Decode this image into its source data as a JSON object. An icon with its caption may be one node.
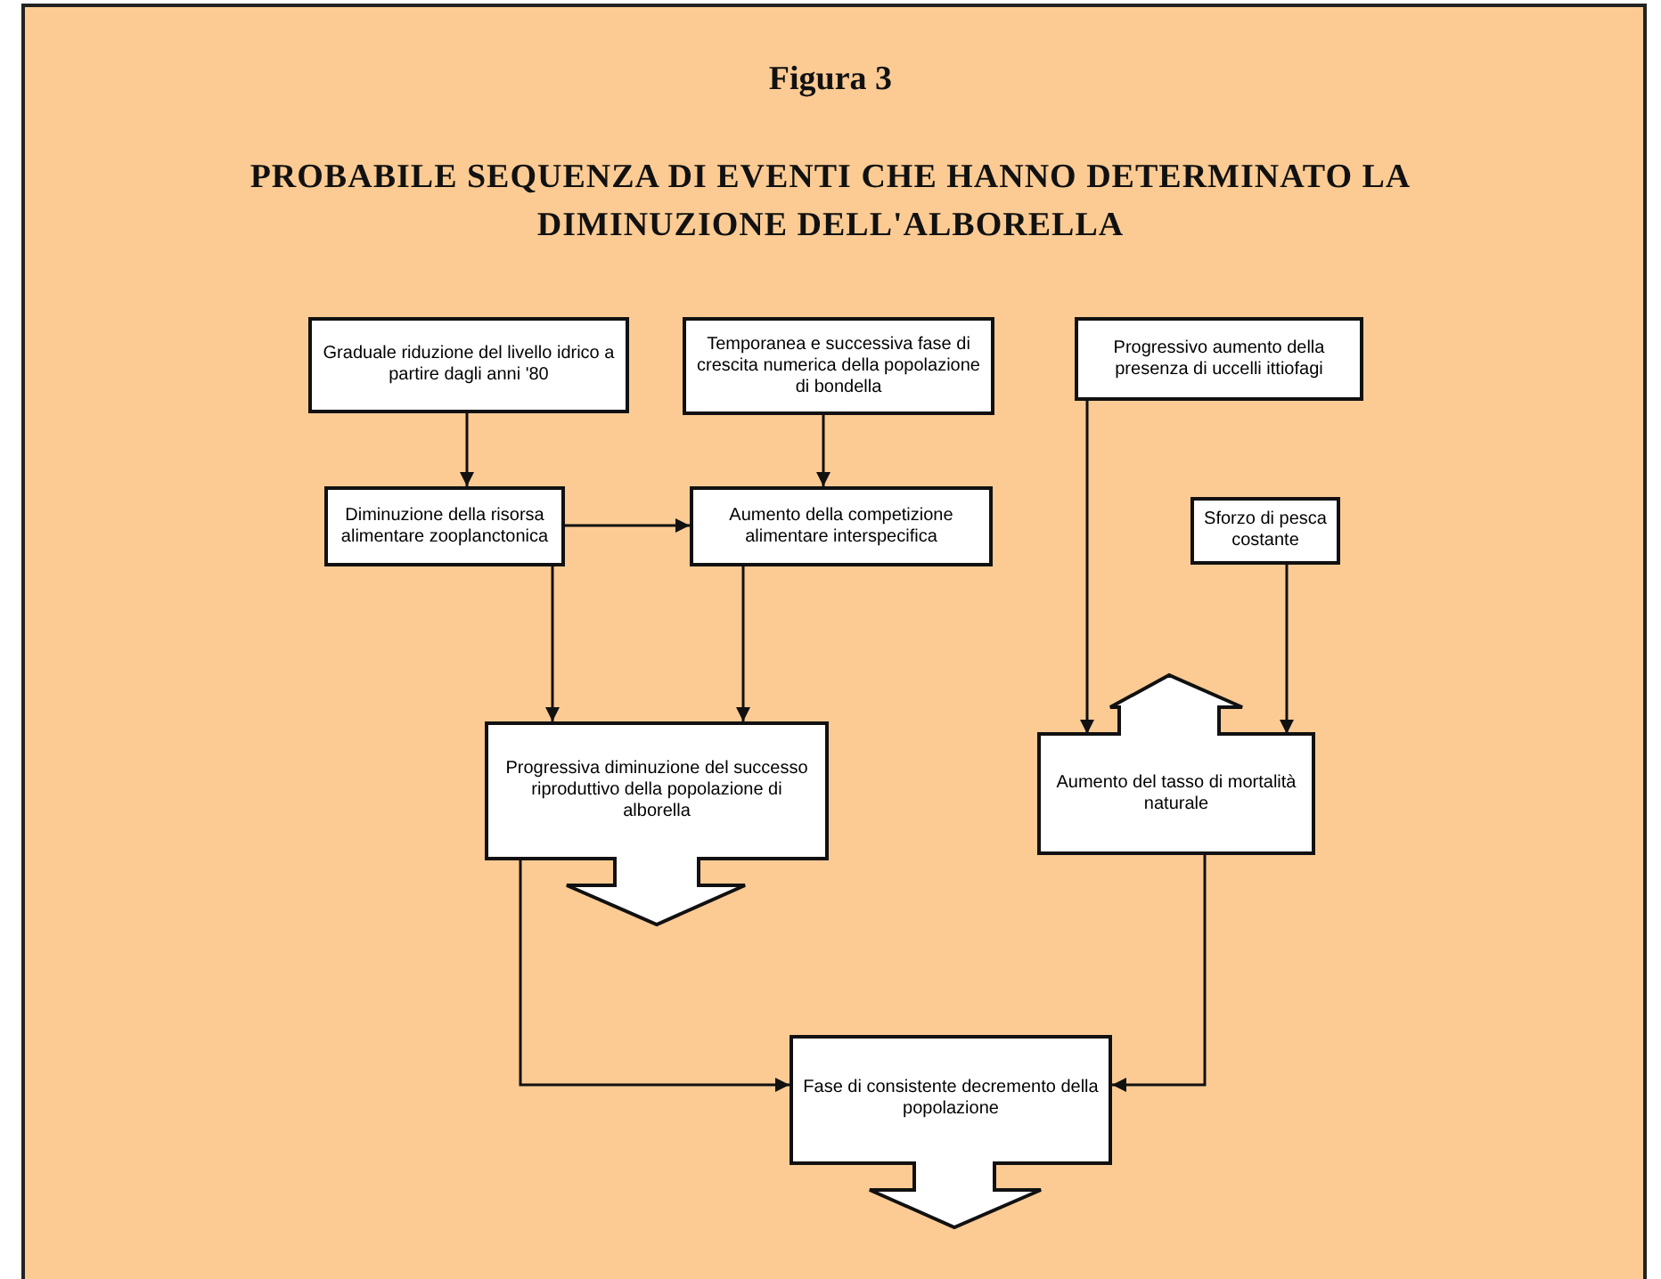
{
  "diagram": {
    "title": "Figura 3",
    "nodes": [
      {
        "text": [
          "Graduale riduzione del livello idrico a partire dagli anni '80"
        ]
      },
      {
        "text": [
          "Temporanea e successiva fase di crescita numerica della popolazione di bondella"
        ]
      },
      {
        "text": [
          "Progressivo aumento della presenza di uccelli ittiofagi"
        ]
      },
      {
        "text": [
          "Diminuzione della risorsa alimentare zooplanctonica"
        ]
      },
      {
        "text": [
          "Aumento della competizione alimentare interspecifica"
        ]
      },
      {
        "text": [
          "Sforzo di pesca costante"
        ]
      },
      {
        "text": [
          "Progressiva diminuzione del successo riproduttivo della popolazione di alborella"
        ]
      },
      {
        "text": [
          "Aumento del tasso di mortalità naturale"
        ]
      },
      {
        "text": [
          "Fase di consistente decremento della popolazione"
        ]
      }
    ],
    "edges": [
      {
        "from": 0,
        "to": 3,
        "arrow": "to"
      },
      {
        "from": 1,
        "to": 4,
        "arrow": "to"
      },
      {
        "from": 3,
        "to": 4,
        "arrow": "to"
      },
      {
        "from": 3,
        "to": 6,
        "arrow": "to"
      },
      {
        "from": 4,
        "to": 6,
        "arrow": "to"
      },
      {
        "from": 2,
        "to": 7,
        "arrow": "to"
      },
      {
        "from": 5,
        "to": 7,
        "arrow": "to"
      },
      {
        "from": 6,
        "to": 8,
        "arrow": "to"
      },
      {
        "from": 7,
        "to": 8,
        "arrow": "to"
      }
    ],
    "labels": [
      "PROBABILE SEQUENZA DI EVENTI CHE HANNO DETERMINATO LA DIMINUZIONE DELL'ALBORELLA"
    ]
  }
}
